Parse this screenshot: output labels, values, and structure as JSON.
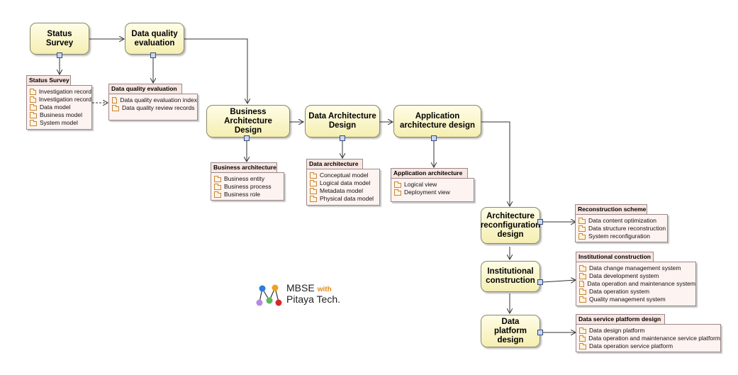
{
  "activities": {
    "status_survey": "Status Survey",
    "dq_evaluation": "Data quality\nevaluation",
    "business_arch": "Business\nArchitecture Design",
    "data_arch": "Data Architecture\nDesign",
    "application_arch": "Application\narchitecture design",
    "reconfiguration": "Architecture\nreconfiguration\ndesign",
    "institutional": "Institutional\nconstruction",
    "platform": "Data platform\ndesign"
  },
  "objects": {
    "status_survey": {
      "title": "Status Survey",
      "items": [
        "Investigation record",
        "Investigation record",
        "Data model",
        "Business model",
        "System model"
      ]
    },
    "dq_evaluation": {
      "title": "Data quality evaluation",
      "items": [
        "Data quality evaluation index",
        "Data quality review records"
      ]
    },
    "business_arch": {
      "title": "Business architecture",
      "items": [
        "Business entity",
        "Business process",
        "Business role"
      ]
    },
    "data_arch": {
      "title": "Data architecture",
      "items": [
        "Conceptual model",
        "Logical data model",
        "Metadata model",
        "Physical data model"
      ]
    },
    "application_arch": {
      "title": "Application architecture",
      "items": [
        "Logical view",
        "Deployment view"
      ]
    },
    "reconstruction": {
      "title": "Reconstruction scheme",
      "items": [
        "Data content optimization",
        "Data structure reconstruction",
        "System reconfiguration"
      ]
    },
    "institutional": {
      "title": "Institutional construction",
      "items": [
        "Data change management system",
        "Data development system",
        "Data operation and maintenance system",
        "Data operation system",
        "Quality management system"
      ]
    },
    "platform": {
      "title": "Data service platform design",
      "items": [
        "Data design platform",
        "Data operation and maintenance service platform",
        "Data operation service platform"
      ]
    }
  },
  "logo": {
    "line1": "MBSE",
    "with": "with",
    "line2": "Pitaya Tech.",
    "colors": [
      "#2a7fd6",
      "#f0a21a",
      "#b58ae0",
      "#5cb85c",
      "#d62a2a"
    ]
  }
}
